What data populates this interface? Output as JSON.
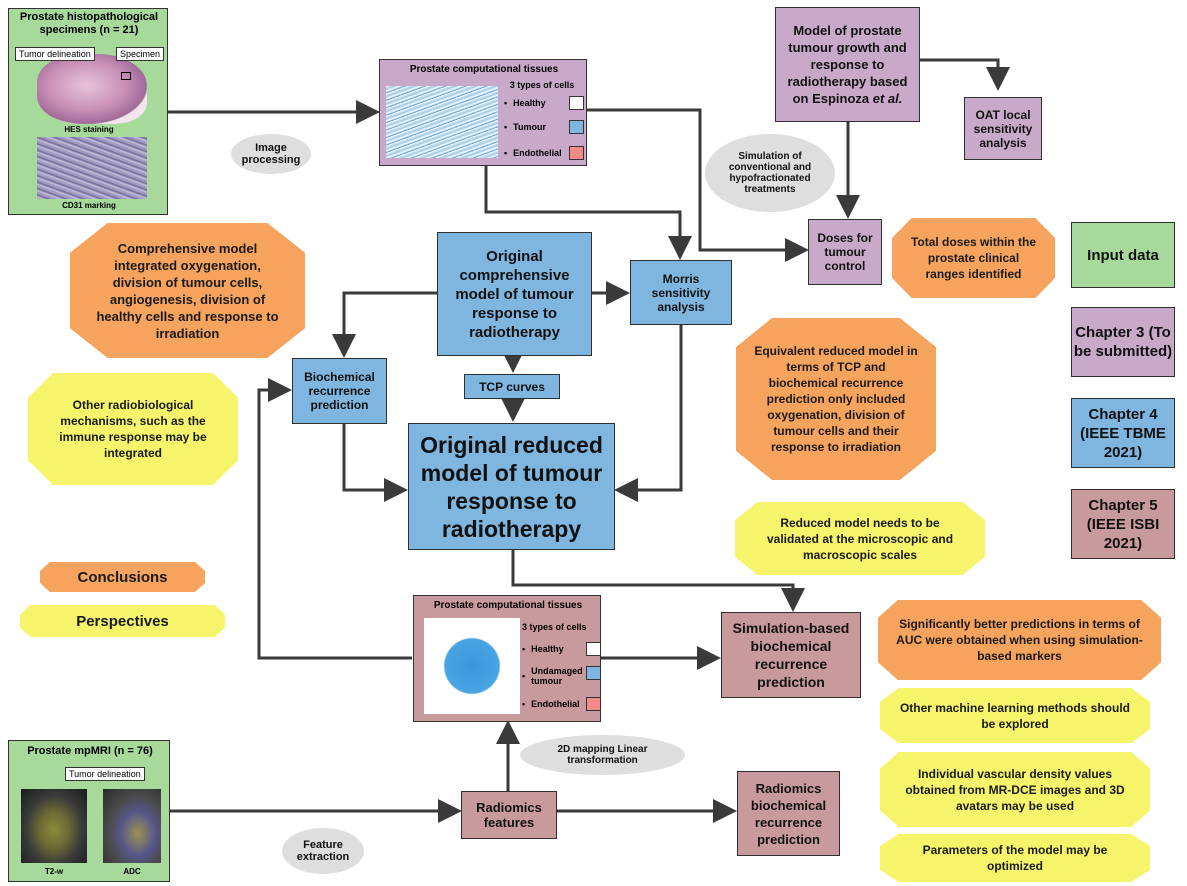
{
  "colors": {
    "purple": "#c9a9c9",
    "blue": "#7fb6e0",
    "rose": "#c99a9d",
    "green": "#a6d99a",
    "orange": "#f6a35d",
    "yellow": "#f6f46a",
    "oval": "#dedede"
  },
  "histo_panel": {
    "title": "Prostate histopathological specimens (n = 21)",
    "tumor_label": "Tumor delineation",
    "specimen_label": "Specimen",
    "hes_caption": "HES staining",
    "cd31_caption": "CD31 marking"
  },
  "mpmri_panel": {
    "title": "Prostate mpMRI (n = 76)",
    "tumor_label": "Tumor delineation",
    "t2_caption": "T2-w",
    "adc_caption": "ADC"
  },
  "tissue_top": {
    "title": "Prostate computational tissues",
    "subtitle": "3 types of cells",
    "healthy": "Healthy",
    "tumour": "Tumour",
    "endothelial": "Endothelial"
  },
  "tissue_bottom": {
    "title": "Prostate computational tissues",
    "subtitle": "3 types of cells",
    "healthy": "Healthy",
    "tumour": "Undamaged tumour",
    "endothelial": "Endothelial"
  },
  "ovals": {
    "image_processing": "Image processing",
    "simulation": "Simulation of conventional and hypofractionated treatments",
    "mapping": "2D mapping Linear transformation",
    "feature_extraction": "Feature extraction"
  },
  "boxes": {
    "espinoza_model": "Model of prostate tumour growth and response to radiotherapy based on Espinoza et al.",
    "oat": "OAT local sensitivity analysis",
    "doses": "Doses for tumour control",
    "original_comprehensive": "Original comprehensive model of tumour response to radiotherapy",
    "morris": "Morris sensitivity analysis",
    "biochemical": "Biochemical recurrence prediction",
    "tcp": "TCP curves",
    "original_reduced": "Original reduced model of tumour response to radiotherapy",
    "simulation_based": "Simulation-based biochemical recurrence prediction",
    "radiomics_features": "Radiomics features",
    "radiomics_prediction": "Radiomics biochemical recurrence prediction"
  },
  "notes": {
    "comprehensive_conclusion": "Comprehensive model integrated oxygenation, division of tumour cells, angiogenesis, division of healthy cells and response to irradiation",
    "total_doses": "Total doses within the prostate clinical ranges identified",
    "other_mechanisms": "Other radiobiological mechanisms, such as the immune response may be integrated",
    "equivalent_reduced": "Equivalent reduced model in terms of TCP and biochemical recurrence prediction only included oxygenation, division of tumour cells and their response to irradiation",
    "reduced_validation": "Reduced model needs to be validated at the microscopic and macroscopic scales",
    "auc": "Significantly better predictions in terms of AUC were obtained when using simulation-based markers",
    "ml_methods": "Other machine learning methods should be explored",
    "vascular": "Individual vascular density values obtained from MR-DCE images and 3D avatars may be used",
    "parameters": "Parameters of the model may be optimized"
  },
  "legend": {
    "conclusions": "Conclusions",
    "perspectives": "Perspectives",
    "input_data": "Input data",
    "chapter3": "Chapter 3 (To be submitted)",
    "chapter4": "Chapter 4 (IEEE TBME 2021)",
    "chapter5": "Chapter 5 (IEEE ISBI 2021)"
  }
}
